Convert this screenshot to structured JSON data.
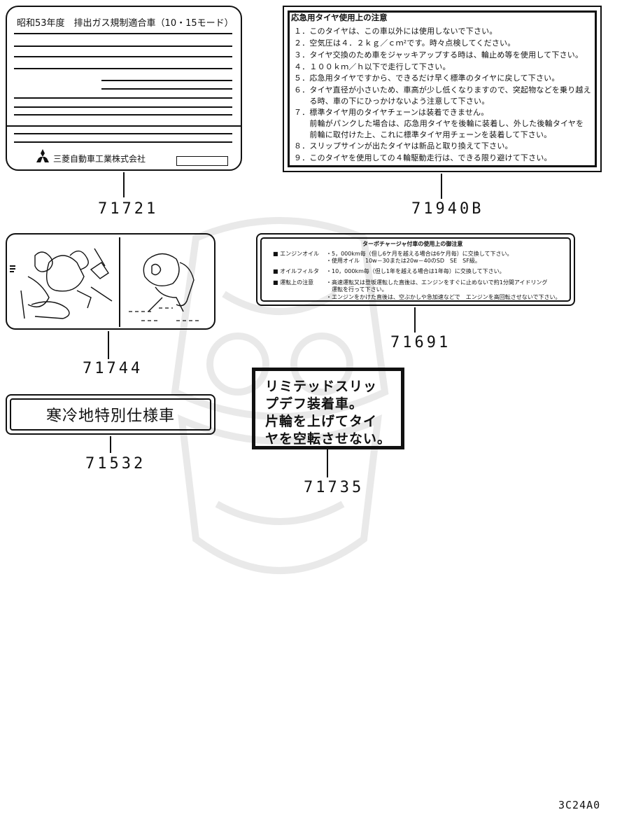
{
  "labels": {
    "l71721": {
      "part_no": "71721",
      "title": "昭和53年度　排出ガス規制適合車（10・15モード）",
      "maker": "三菱自動車工業株式会社"
    },
    "l71940b": {
      "part_no": "71940B",
      "heading": "応急用タイヤ使用上の注意",
      "lines": [
        "１．このタイヤは、この車以外には使用しないで下さい。",
        "２．空気圧は４．２ｋｇ／ｃｍ²です。時々点検してください。",
        "３．タイヤ交換のため車をジャッキアップする時は、輪止め等を使用して下さい。",
        "４．１００ｋｍ／ｈ以下で走行して下さい。",
        "５．応急用タイヤですから、できるだけ早く標準のタイヤに戻して下さい。",
        "６．タイヤ直径が小さいため、車高が少し低くなりますので、突起物などを乗り越え",
        "　　る時、車の下にひっかけないよう注意して下さい。",
        "７．標準タイヤ用のタイヤチェーンは装着できません。",
        "　　前輪がパンクした場合は、応急用タイヤを後輪に装着し、外した後輪タイヤを",
        "　　前輪に取付けた上、これに標準タイヤ用チェーンを装着して下さい。",
        "８．スリップサインが出たタイヤは新品と取り換えて下さい。",
        "９．このタイヤを使用しての４輪駆動走行は、できる限り避けて下さい。"
      ]
    },
    "l71744": {
      "part_no": "71744"
    },
    "l71691": {
      "part_no": "71691",
      "heading": "ターボチャージャ付車の使用上の御注意",
      "rows": [
        {
          "bullet": "■ エンジンオイル",
          "text": "・5，000km毎（但し6ケ月を越える場合は6ケ月毎）に交換して下さい。"
        },
        {
          "bullet": "",
          "text": "・使用オイル　10w－30または20w－40のSD　SE　SF級。"
        },
        {
          "bullet": "■ オイルフィルタ",
          "text": "・10，000km毎（但し1年を越える場合は1年毎）に交換して下さい。"
        },
        {
          "bullet": "■ 運転上の注意",
          "text": "・高速運転又は登坂運転した直後は、エンジンをすぐに止めないで約1分間アイドリング"
        },
        {
          "bullet": "",
          "text": "　運転を行って下さい。"
        },
        {
          "bullet": "",
          "text": "・エンジンをかけた直後は、空ぶかしや急加速などで　エンジンを高回転させないで下さい。"
        }
      ]
    },
    "l71532": {
      "part_no": "71532",
      "text": "寒冷地特別仕様車"
    },
    "l71735": {
      "part_no": "71735",
      "lines": [
        "リミテッドスリッ",
        "プデフ装着車。",
        "片輪を上げてタイ",
        "ヤを空転させない。"
      ]
    }
  },
  "page_code": "3C24A0"
}
